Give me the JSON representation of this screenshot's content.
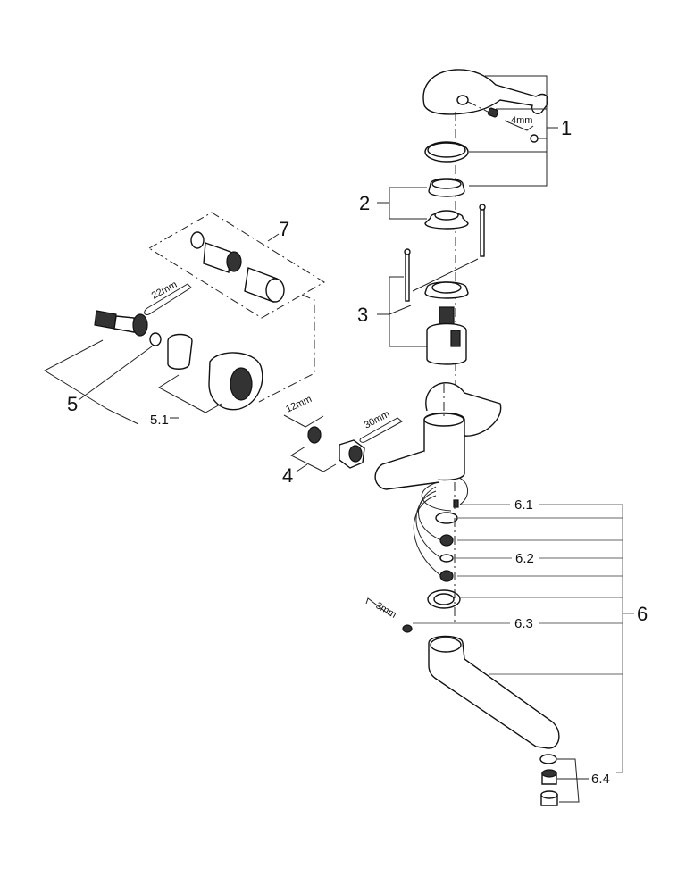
{
  "diagram": {
    "type": "exploded-parts-diagram",
    "subject": "single-lever wall-mounted faucet",
    "labels": {
      "p1": "1",
      "p2": "2",
      "p3": "3",
      "p4": "4",
      "p5": "5",
      "p5_1": "5.1",
      "p6": "6",
      "p6_1": "6.1",
      "p6_2": "6.2",
      "p6_3": "6.3",
      "p6_4": "6.4",
      "p7": "7"
    },
    "tools": {
      "hex_4": "4mm",
      "wrench_22": "22mm",
      "hex_12": "12mm",
      "wrench_30": "30mm",
      "hex_3": "3mm"
    }
  }
}
